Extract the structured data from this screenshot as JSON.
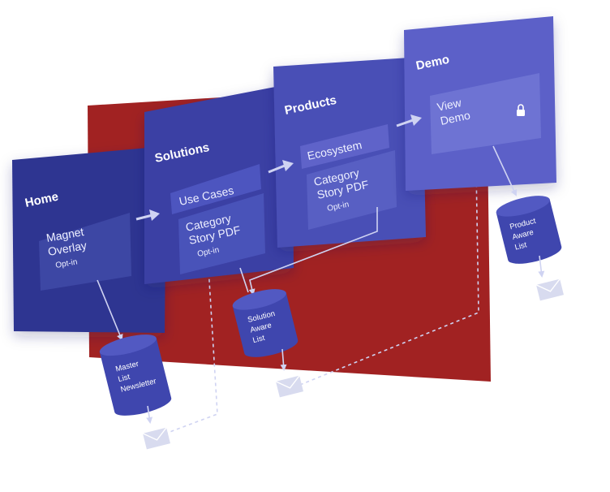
{
  "colors": {
    "backdrop_red": "#a12222",
    "page_home": "#2e3591",
    "page_solutions": "#3a3fa4",
    "page_products": "#4a50b6",
    "page_demo": "#5b61c8",
    "connector": "#cfd3f2",
    "database": "#3f46ae",
    "envelope": "#d8dbef"
  },
  "pages": {
    "home": {
      "title": "Home",
      "chips": [
        {
          "lines": [
            "Magnet",
            "Overlay"
          ],
          "small": "Opt-in"
        }
      ]
    },
    "solutions": {
      "title": "Solutions",
      "chips": [
        {
          "lines": [
            "Use Cases"
          ]
        },
        {
          "lines": [
            "Category",
            "Story PDF"
          ],
          "small": "Opt-in"
        }
      ]
    },
    "products": {
      "title": "Products",
      "chips": [
        {
          "lines": [
            "Ecosystem"
          ]
        },
        {
          "lines": [
            "Category",
            "Story PDF"
          ],
          "small": "Opt-in"
        }
      ]
    },
    "demo": {
      "title": "Demo",
      "chips": [
        {
          "lines": [
            "View",
            "Demo"
          ],
          "icon": "lock-icon"
        }
      ]
    }
  },
  "lists": {
    "master": [
      "Master",
      "List",
      "Newsletter"
    ],
    "solution": [
      "Solution",
      "Aware",
      "List"
    ],
    "product": [
      "Product",
      "Aware",
      "List"
    ]
  },
  "icons": [
    "arrow-right-icon",
    "lock-icon",
    "envelope-icon",
    "database-icon"
  ]
}
